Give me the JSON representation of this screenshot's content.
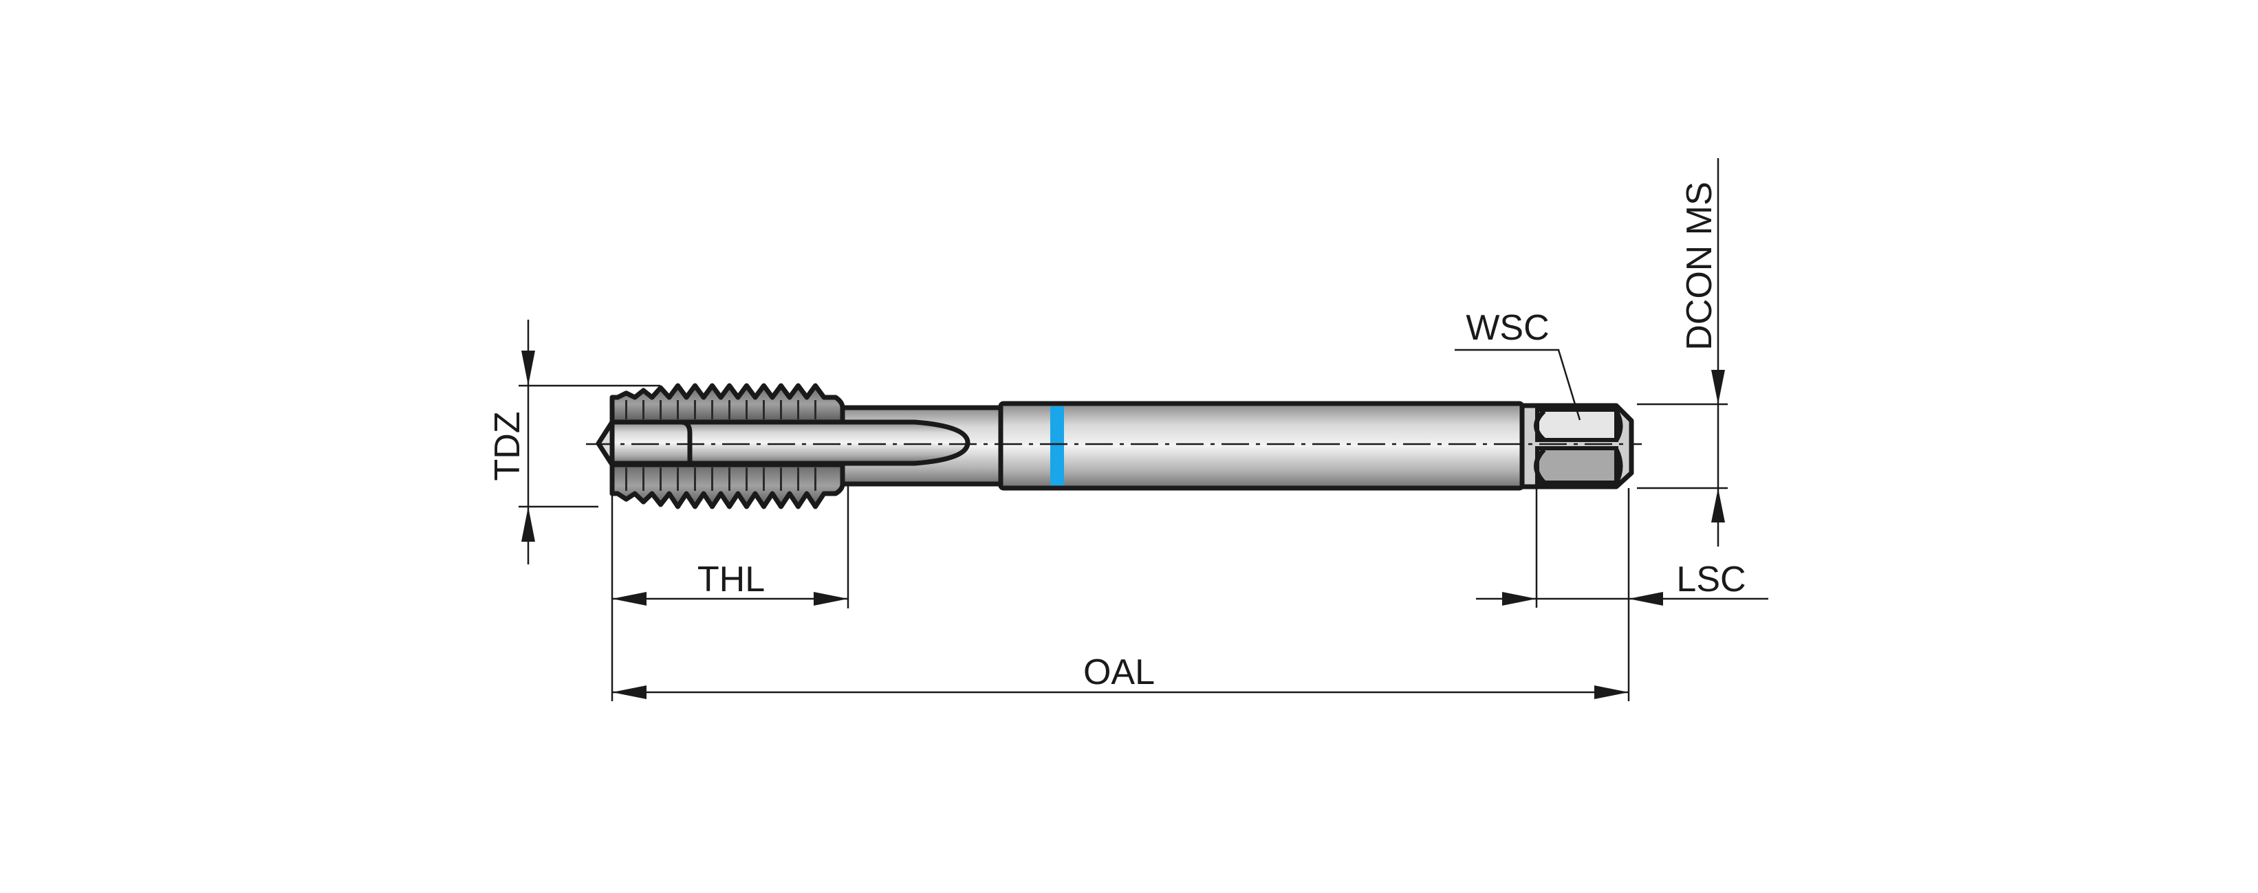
{
  "drawing": {
    "labels": {
      "tdz": "TDZ",
      "thl": "THL",
      "oal": "OAL",
      "wsc": "WSC",
      "dcon_ms": "DCON MS",
      "lsc": "LSC"
    },
    "colors": {
      "ring": "#1aa6e8",
      "outline": "#1a1a1a",
      "thread": "#7a7a7a"
    }
  }
}
